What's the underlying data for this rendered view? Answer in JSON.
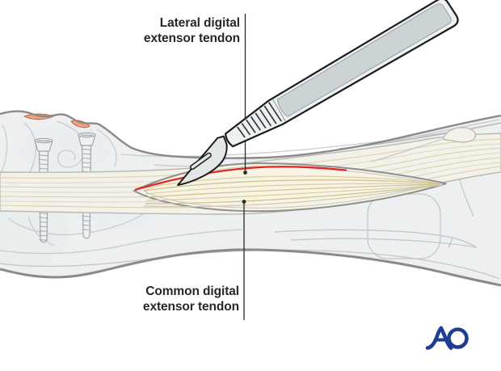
{
  "figure": {
    "labels": {
      "top": {
        "line1": "Lateral digital",
        "line2": "extensor tendon"
      },
      "bottom": {
        "line1": "Common digital",
        "line2": "extensor tendon"
      }
    },
    "logo": {
      "text": "AO",
      "color": "#1d3e94"
    },
    "colors": {
      "incision_line": "#e02626",
      "limb_fill": "#edeff0",
      "limb_outline": "#8a8a8a",
      "tendon_band_fill": "#f3f1e8",
      "tendon_fiber_tan": "#d8cfae",
      "incision_bed_fill": "#f8f4e4",
      "scalpel_outline": "#1c1c1c",
      "scalpel_handle_fill": "#ccd3d6",
      "screw_outline": "#a2a8aa",
      "fracture_hint_orange": "#efa27d",
      "leader_line": "#2a2a2a"
    }
  }
}
